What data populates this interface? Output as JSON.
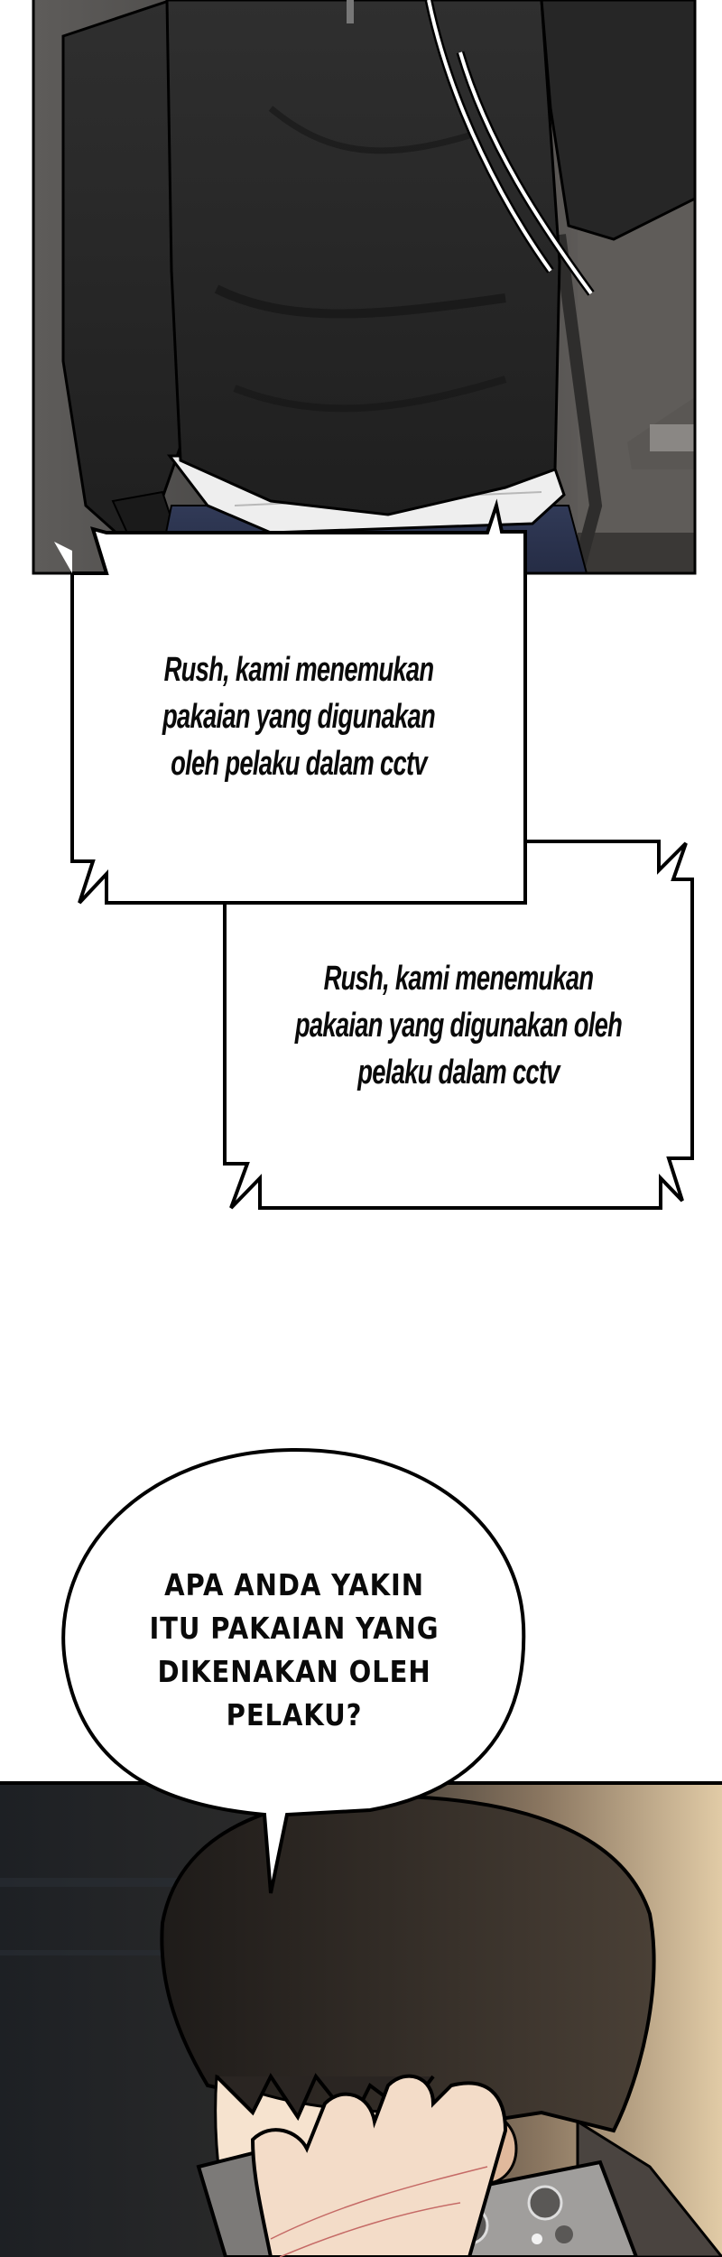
{
  "page": {
    "type": "webtoon-strip",
    "background_color": "#ffffff"
  },
  "panels": [
    {
      "id": "panel-1",
      "description": "Back view of person in black zip-up jacket with white drawstrings, white shirt hem and navy trousers, hand in pocket, office background",
      "colors": {
        "jacket": "#2b2b2b",
        "shirt": "#f2f2f2",
        "trousers": "#2c3550",
        "background": "#6e6b68",
        "border": "#000000"
      }
    },
    {
      "id": "panel-2",
      "description": "Close-up of dark-haired young man holding a grey smartphone to his ear with hand covering lower face, warm light from right",
      "colors": {
        "hair": "#2a2522",
        "skin": "#f4dcc8",
        "phone": "#9a9896",
        "background_left": "#1e2226",
        "background_right": "#d8c2a0",
        "border": "#000000"
      }
    }
  ],
  "bubbles": {
    "caption_1": {
      "style": "jagged-rectangle",
      "lines": [
        "Rush, kami menemukan",
        "pakaian yang digunakan",
        "oleh pelaku dalam cctv"
      ]
    },
    "caption_2": {
      "style": "jagged-rectangle",
      "lines": [
        "Rush, kami menemukan",
        "pakaian yang digunakan oleh",
        "pelaku dalam cctv"
      ]
    },
    "speech_1": {
      "style": "oval-with-tail",
      "lines": [
        "APA ANDA YAKIN",
        "ITU PAKAIAN YANG",
        "DIKENAKAN OLEH",
        "PELAKU?"
      ]
    }
  }
}
